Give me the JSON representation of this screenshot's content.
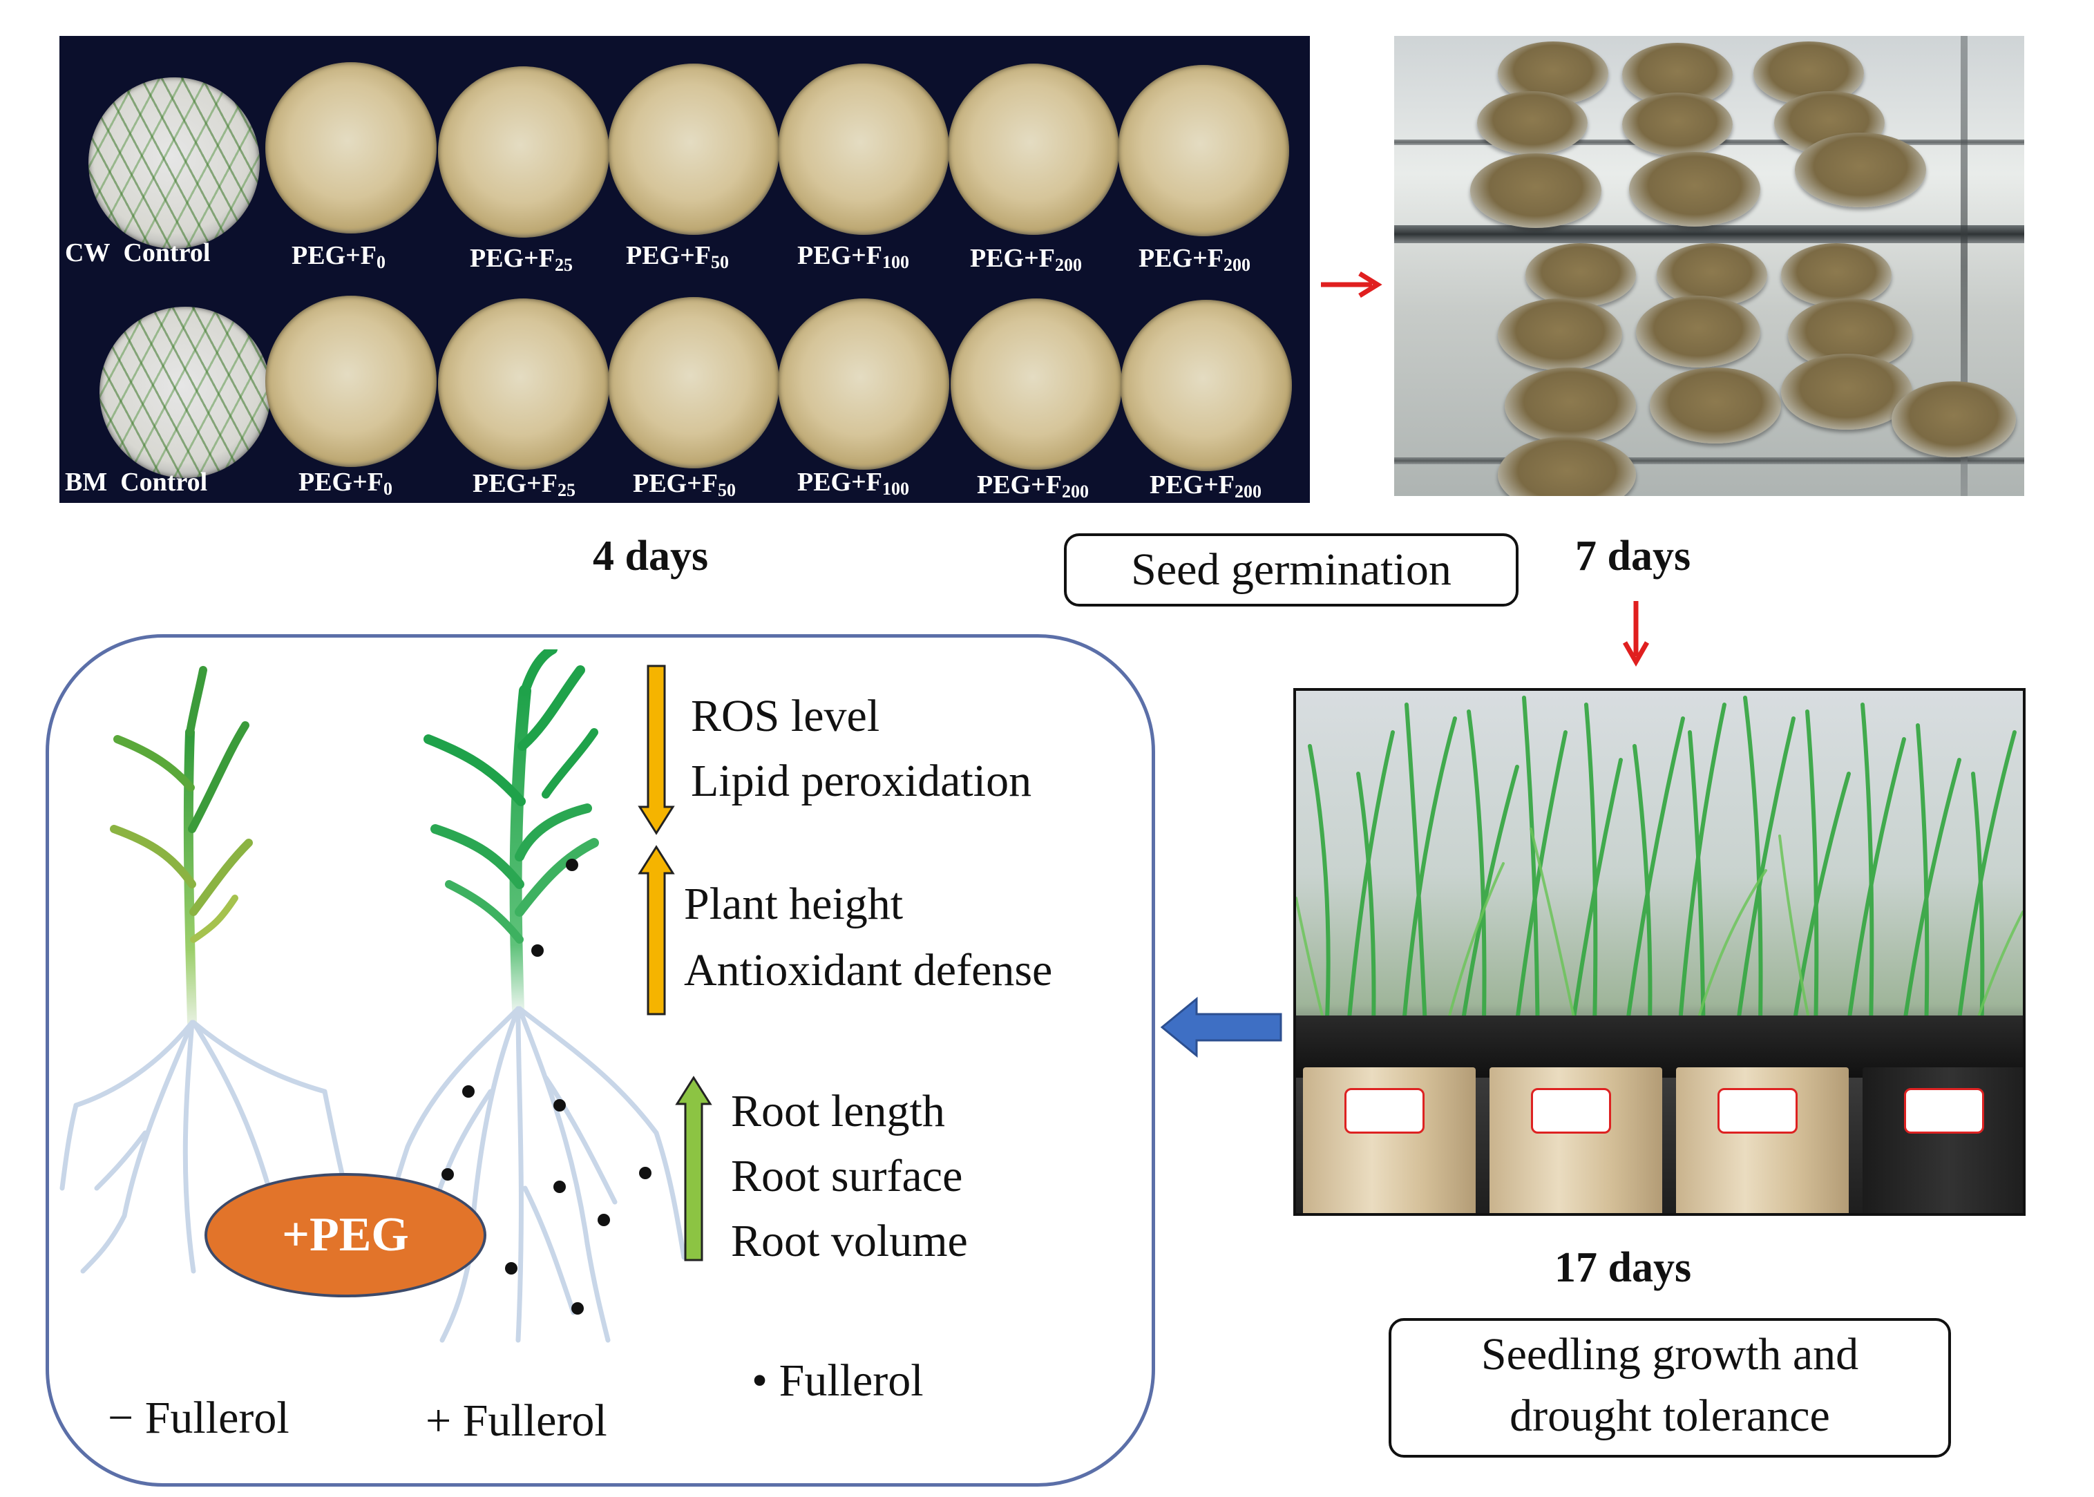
{
  "dish_panel": {
    "row1": {
      "group": "CW",
      "control": "Control"
    },
    "row2": {
      "group": "BM",
      "control": "Control"
    },
    "treatments": [
      {
        "base": "PEG+F",
        "sub": "0"
      },
      {
        "base": "PEG+F",
        "sub": "25"
      },
      {
        "base": "PEG+F",
        "sub": "50"
      },
      {
        "base": "PEG+F",
        "sub": "100"
      },
      {
        "base": "PEG+F",
        "sub": "200"
      },
      {
        "base": "PEG+F",
        "sub": "200"
      }
    ]
  },
  "timeline": {
    "day4": "4 days",
    "day7": "7 days",
    "day17": "17 days",
    "stage_germination": "Seed germination",
    "stage_seedling_line1": "Seedling growth and",
    "stage_seedling_line2": "drought tolerance"
  },
  "summary": {
    "decrease": [
      "ROS level",
      "Lipid peroxidation"
    ],
    "increase_shoot": [
      "Plant height",
      "Antioxidant defense"
    ],
    "increase_root": [
      "Root length",
      "Root surface",
      "Root volume"
    ],
    "peg_label": "+PEG",
    "minus_label": "− Fullerol",
    "plus_label": "+ Fullerol",
    "legend_dot": "•",
    "legend_text": "Fullerol"
  },
  "colors": {
    "arrow_red": "#e01f1f",
    "arrow_blue": "#3e6fc4",
    "arrow_orange": "#f5b400",
    "arrow_green": "#8cc443",
    "peg_fill": "#e2742a",
    "panel_border": "#5b6fa8",
    "leaf_green": "#3aa846"
  },
  "icons": [
    "red-right-arrow-icon",
    "red-down-arrow-icon",
    "blue-left-arrow-icon",
    "down-arrow-icon",
    "up-arrow-icon"
  ]
}
